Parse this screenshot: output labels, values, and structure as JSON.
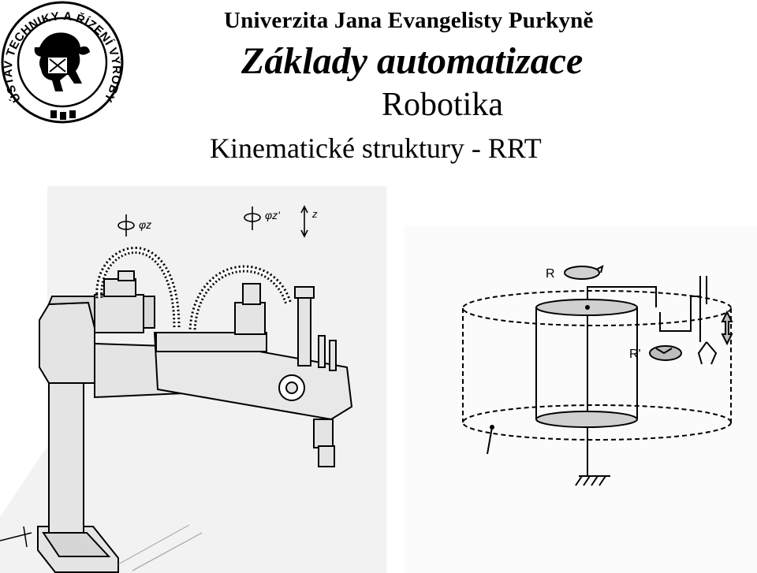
{
  "header": {
    "university": "Univerzita Jana Evangelisty Purkyně",
    "course": "Základy automatizace",
    "topic": "Robotika",
    "slide_title": "Kinematické struktury - RRT"
  },
  "logo": {
    "ring_text": "ÚSTAV TECHNIKY A ŘÍZENÍ VÝROBY"
  },
  "figure_left": {
    "labels": [
      "φz",
      "φz'",
      "z"
    ]
  },
  "figure_right": {
    "labels": [
      "R",
      "R'"
    ]
  },
  "colors": {
    "ink": "#000000",
    "paper": "#ffffff",
    "scan_tint": "#f2f2f2",
    "robot_fill": "#e4e4e4",
    "cylinder_fill": "#d0d0d0"
  }
}
